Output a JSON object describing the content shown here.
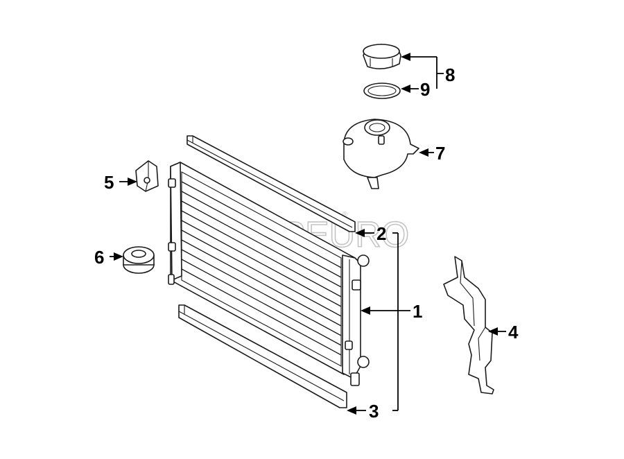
{
  "diagram": {
    "watermark": {
      "text": "FCPEURO",
      "registered_mark": "®"
    },
    "callouts": [
      {
        "id": "1",
        "label": "1"
      },
      {
        "id": "2",
        "label": "2"
      },
      {
        "id": "3",
        "label": "3"
      },
      {
        "id": "4",
        "label": "4"
      },
      {
        "id": "5",
        "label": "5"
      },
      {
        "id": "6",
        "label": "6"
      },
      {
        "id": "7",
        "label": "7"
      },
      {
        "id": "8",
        "label": "8"
      },
      {
        "id": "9",
        "label": "9"
      }
    ],
    "colors": {
      "line": "#1a1a1a",
      "background": "#ffffff",
      "watermark": "#c4c4c4"
    }
  }
}
